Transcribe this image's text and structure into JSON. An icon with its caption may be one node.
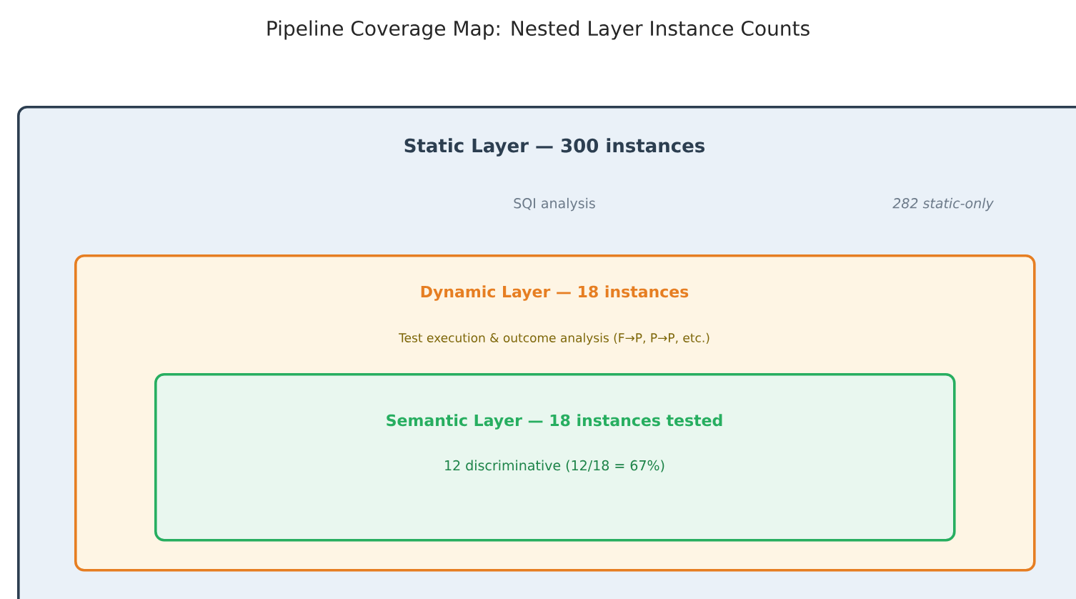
{
  "diagram": {
    "title": "Pipeline Coverage Map: Nested Layer Instance Counts",
    "nodes": [
      {
        "text": [
          "Static Layer — 300 instances",
          "SQI analysis",
          "282 static-only"
        ]
      },
      {
        "text": [
          "Dynamic Layer — 18 instances",
          "Test execution & outcome analysis (F→P, P→P, etc.)"
        ],
        "in": 0
      },
      {
        "text": [
          "Semantic Layer — 18 instances tested",
          "12 discriminative (12/18 = 67%)"
        ],
        "in": 1
      }
    ]
  }
}
